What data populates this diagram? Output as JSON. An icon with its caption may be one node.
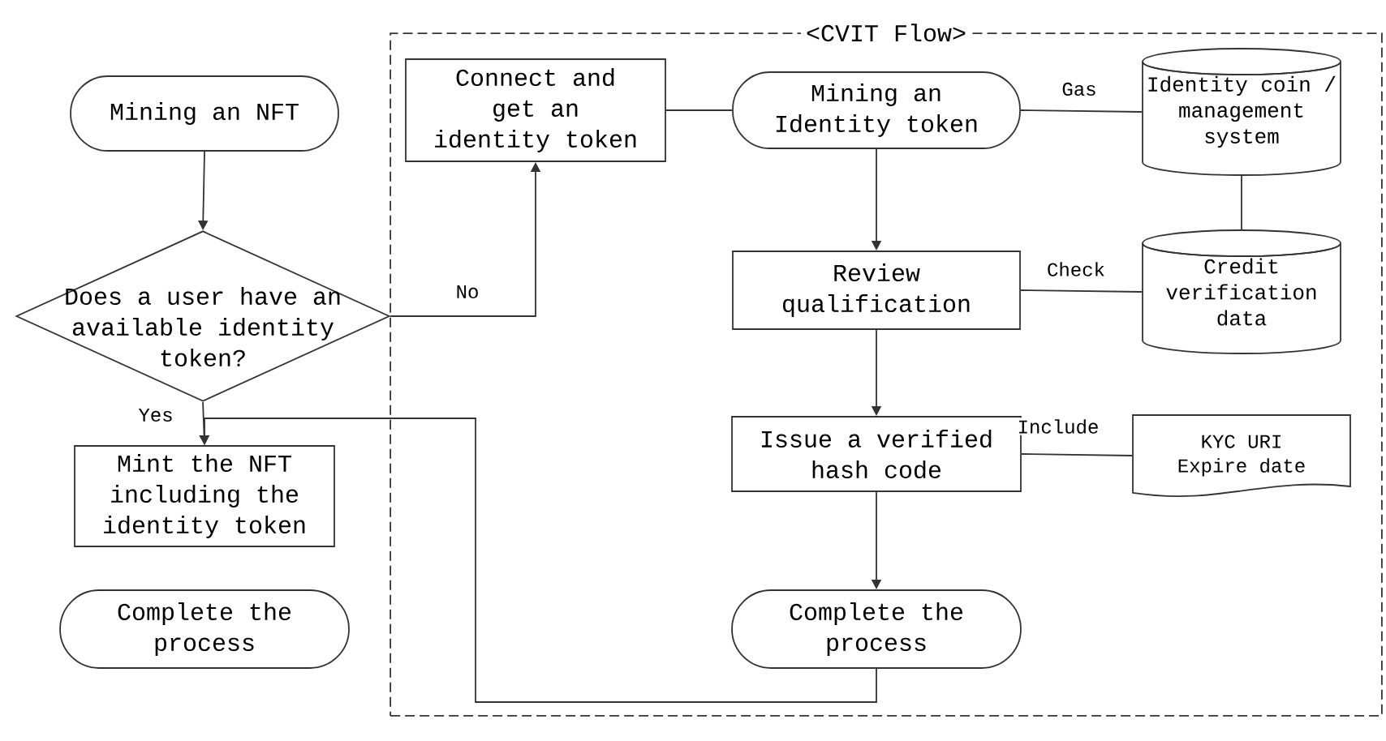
{
  "diagram": {
    "nodes": [
      {
        "text": [
          "Mining an NFT"
        ]
      },
      {
        "text": [
          "Does a user have an available identity token?"
        ]
      },
      {
        "text": [
          "<CVIT Flow>"
        ]
      },
      {
        "text": [
          "Connect and get an identity token"
        ],
        "in": 2
      },
      {
        "text": [
          "Mining an Identity token"
        ],
        "in": 2
      },
      {
        "text": [
          "Identity coin / management system"
        ],
        "in": 2
      },
      {
        "text": [
          "Review qualification"
        ],
        "in": 2
      },
      {
        "text": [
          "Credit verification data"
        ],
        "in": 2
      },
      {
        "text": [
          "Issue a verified hash code"
        ],
        "in": 2
      },
      {
        "text": [
          "KYC URI",
          "Expire date"
        ],
        "in": 2
      },
      {
        "text": [
          "Complete the process"
        ],
        "in": 2
      },
      {
        "text": [
          "Mint the NFT including the identity token"
        ]
      },
      {
        "text": [
          "Complete the process"
        ]
      }
    ],
    "edges": [
      {
        "from": 0,
        "to": 1,
        "arrow": "to"
      },
      {
        "from": 1,
        "to": 3,
        "arrow": "to",
        "label": "No"
      },
      {
        "from": 3,
        "to": 4,
        "arrow": "none"
      },
      {
        "from": 4,
        "to": 5,
        "arrow": "none",
        "label": "Gas"
      },
      {
        "from": 5,
        "to": 7,
        "arrow": "none"
      },
      {
        "from": 4,
        "to": 6,
        "arrow": "to"
      },
      {
        "from": 6,
        "to": 7,
        "arrow": "none",
        "label": "Check"
      },
      {
        "from": 6,
        "to": 8,
        "arrow": "to"
      },
      {
        "from": 8,
        "to": 9,
        "arrow": "none",
        "label": "Include"
      },
      {
        "from": 8,
        "to": 10,
        "arrow": "to"
      },
      {
        "from": 10,
        "to": 11,
        "arrow": "to"
      },
      {
        "from": 1,
        "to": 11,
        "arrow": "to",
        "label": "Yes"
      }
    ]
  }
}
